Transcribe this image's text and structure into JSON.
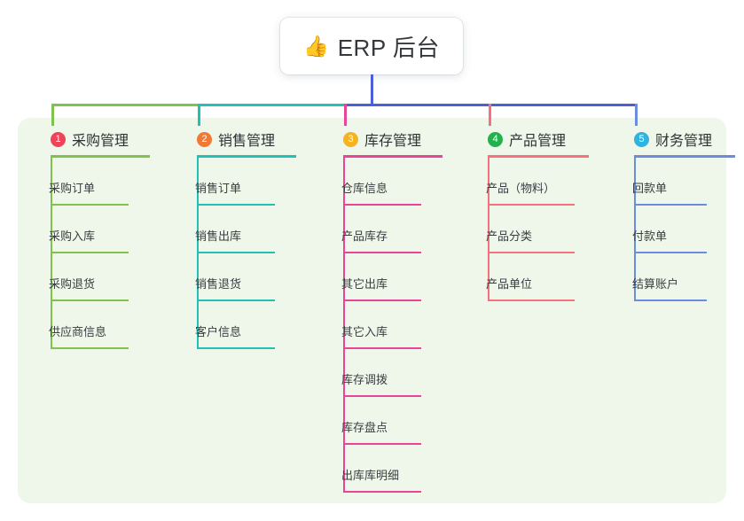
{
  "root": {
    "icon": "thumbs-up-icon",
    "emoji": "👍",
    "title": "ERP 后台"
  },
  "palette": {
    "panel_background": "#eef7e9",
    "page_background": "#ffffff",
    "root_stem": "#4c5fd7",
    "text": "#35383d"
  },
  "columns": [
    {
      "number": "1",
      "title": "采购管理",
      "badge_color": "#f0435a",
      "line_color": "#7fc24d",
      "items": [
        "采购订单",
        "采购入库",
        "采购退货",
        "供应商信息"
      ]
    },
    {
      "number": "2",
      "title": "销售管理",
      "badge_color": "#f07a35",
      "line_color": "#22c1b6",
      "items": [
        "销售订单",
        "销售出库",
        "销售退货",
        "客户信息"
      ]
    },
    {
      "number": "3",
      "title": "库存管理",
      "badge_color": "#f5b321",
      "line_color": "#e8459a",
      "items": [
        "仓库信息",
        "产品库存",
        "其它出库",
        "其它入库",
        "库存调拨",
        "库存盘点",
        "出库库明细"
      ]
    },
    {
      "number": "4",
      "title": "产品管理",
      "badge_color": "#22b14c",
      "line_color": "#f4727b",
      "items": [
        "产品（物料）",
        "产品分类",
        "产品单位"
      ]
    },
    {
      "number": "5",
      "title": "财务管理",
      "badge_color": "#2fb4e0",
      "line_color": "#6b8ddd",
      "items": [
        "回款单",
        "付款单",
        "结算账户"
      ]
    }
  ]
}
